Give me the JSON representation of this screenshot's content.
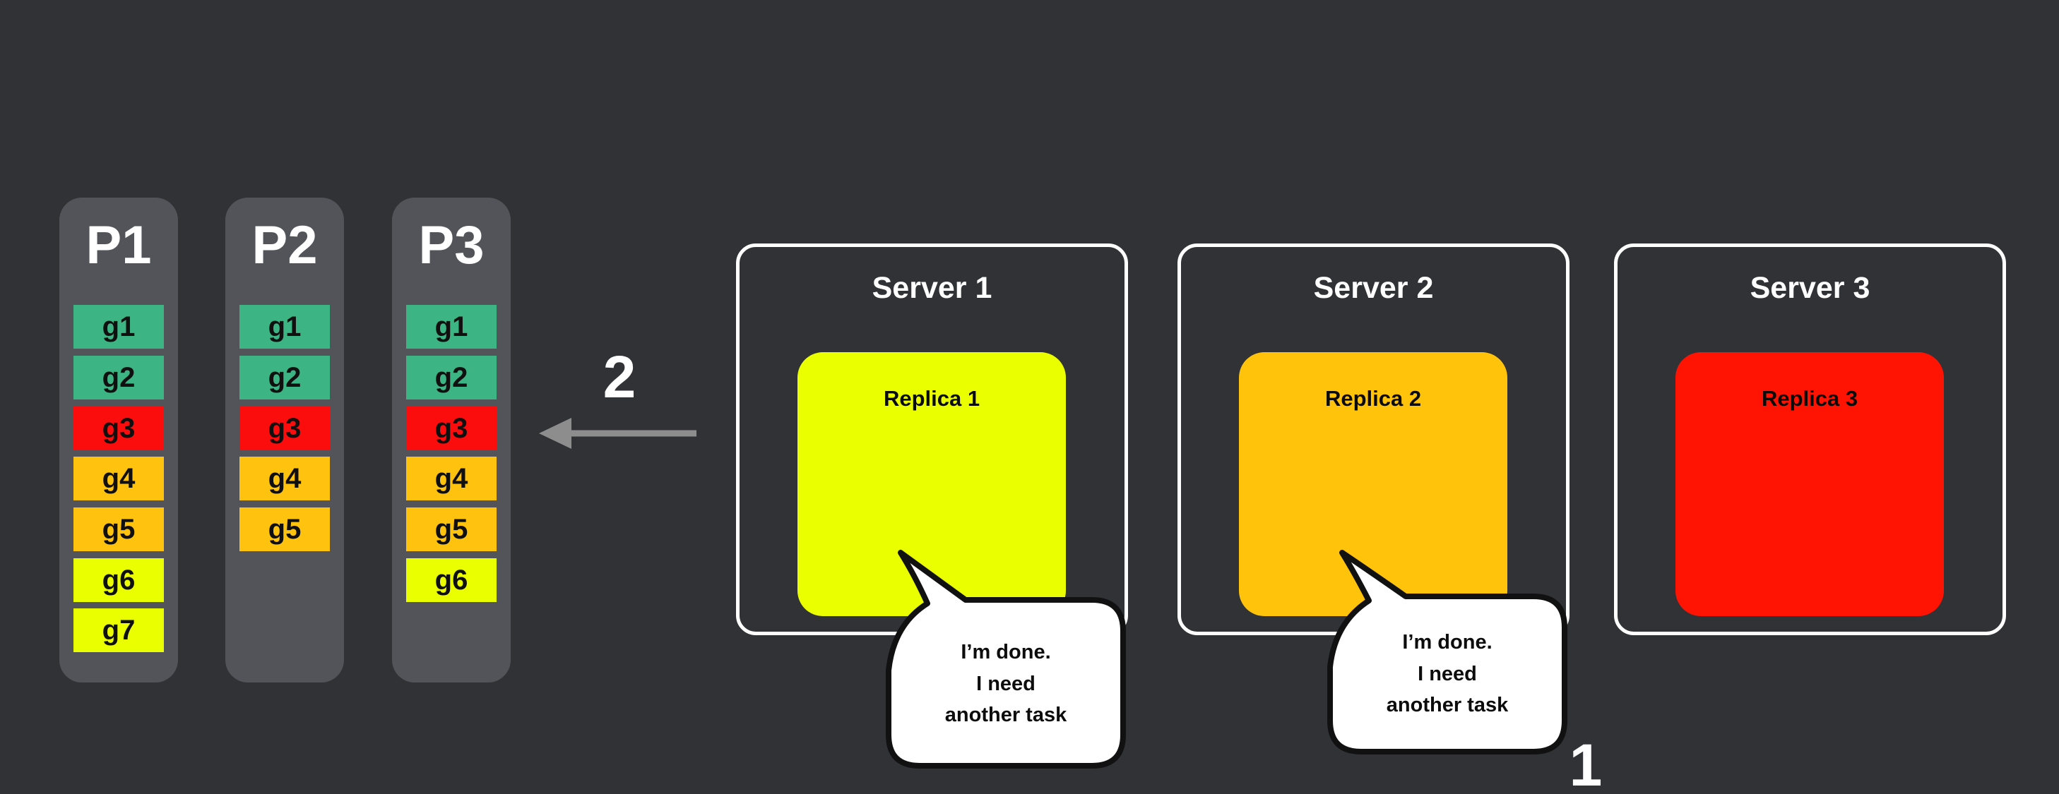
{
  "palette": {
    "background": "#313236",
    "panel_gray": "#525459",
    "green": "#3CB484",
    "red": "#FB0D0D",
    "amber": "#FFC20E",
    "yellow": "#EAFF00",
    "arrow_gray": "#8D8D8D",
    "white": "#FFFFFF",
    "outline_black": "#111111"
  },
  "partitions": [
    {
      "title": "P1",
      "cells": [
        {
          "label": "g1",
          "color": "#3CB484"
        },
        {
          "label": "g2",
          "color": "#3CB484"
        },
        {
          "label": "g3",
          "color": "#FB0D0D"
        },
        {
          "label": "g4",
          "color": "#FFC20E"
        },
        {
          "label": "g5",
          "color": "#FFC20E"
        },
        {
          "label": "g6",
          "color": "#EAFF00"
        },
        {
          "label": "g7",
          "color": "#EAFF00"
        }
      ]
    },
    {
      "title": "P2",
      "cells": [
        {
          "label": "g1",
          "color": "#3CB484"
        },
        {
          "label": "g2",
          "color": "#3CB484"
        },
        {
          "label": "g3",
          "color": "#FB0D0D"
        },
        {
          "label": "g4",
          "color": "#FFC20E"
        },
        {
          "label": "g5",
          "color": "#FFC20E"
        }
      ]
    },
    {
      "title": "P3",
      "cells": [
        {
          "label": "g1",
          "color": "#3CB484"
        },
        {
          "label": "g2",
          "color": "#3CB484"
        },
        {
          "label": "g3",
          "color": "#FB0D0D"
        },
        {
          "label": "g4",
          "color": "#FFC20E"
        },
        {
          "label": "g5",
          "color": "#FFC20E"
        },
        {
          "label": "g6",
          "color": "#EAFF00"
        }
      ]
    }
  ],
  "servers": [
    {
      "title": "Server 1",
      "replica": {
        "label": "Replica 1",
        "color": "#EAFF00"
      }
    },
    {
      "title": "Server 2",
      "replica": {
        "label": "Replica 2",
        "color": "#FFC30B"
      }
    },
    {
      "title": "Server 3",
      "replica": {
        "label": "Replica 3",
        "color": "#FF1403"
      }
    }
  ],
  "bubbles": [
    {
      "text": "I’m done.\nI need\nanother task"
    },
    {
      "text": "I’m done.\nI need\nanother task"
    }
  ],
  "steps": {
    "one": "1",
    "two": "2"
  }
}
